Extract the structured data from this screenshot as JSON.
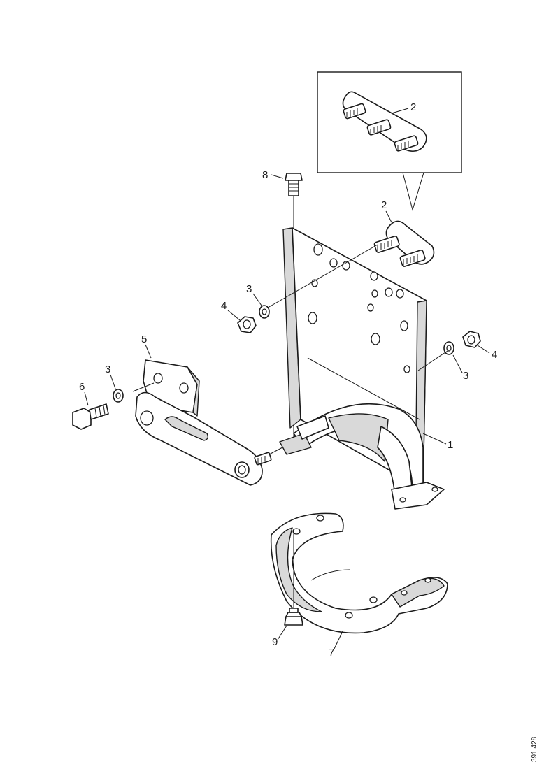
{
  "callouts": {
    "part_1": "1",
    "part_2_inset": "2",
    "part_2": "2",
    "part_3_upper": "3",
    "part_3_right": "3",
    "part_3_left": "3",
    "part_4_left": "4",
    "part_4_right": "4",
    "part_5": "5",
    "part_6": "6",
    "part_7": "7",
    "part_8": "8",
    "part_9": "9"
  },
  "drawing_code": "391 428"
}
